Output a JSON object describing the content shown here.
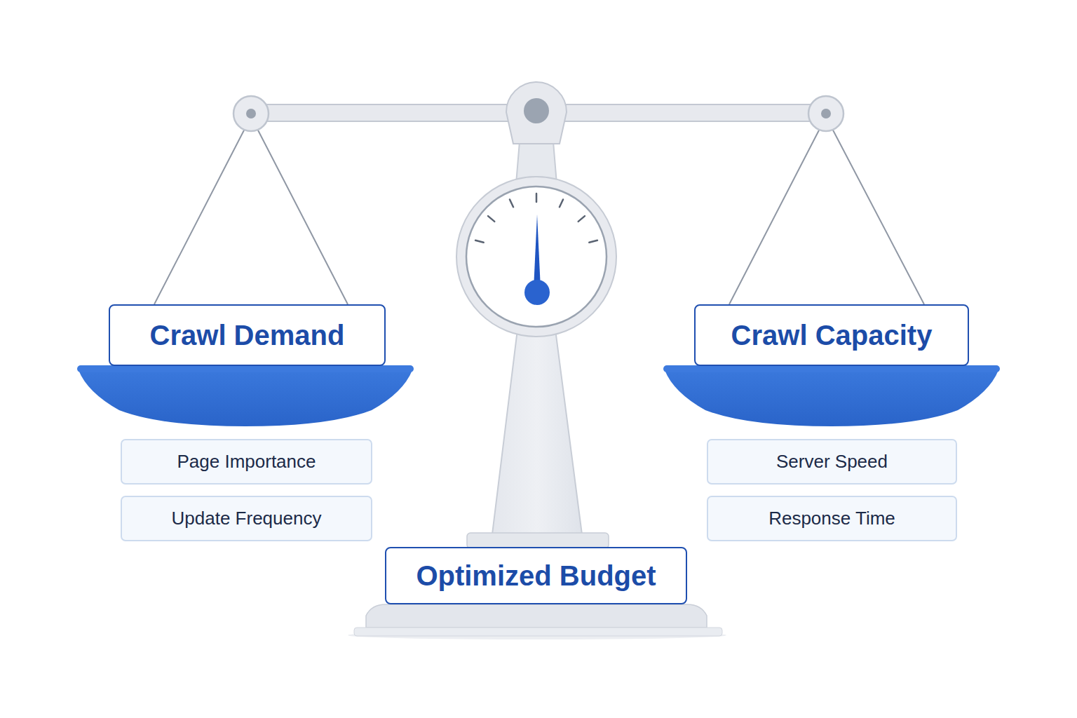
{
  "diagram": {
    "nodes": [
      {
        "text": [
          "Crawl Demand"
        ]
      },
      {
        "text": [
          "Page Importance"
        ]
      },
      {
        "text": [
          "Update Frequency"
        ]
      },
      {
        "text": [
          "Crawl Capacity"
        ]
      },
      {
        "text": [
          "Server Speed"
        ]
      },
      {
        "text": [
          "Response Time"
        ]
      },
      {
        "text": [
          "Optimized Budget"
        ]
      }
    ]
  }
}
